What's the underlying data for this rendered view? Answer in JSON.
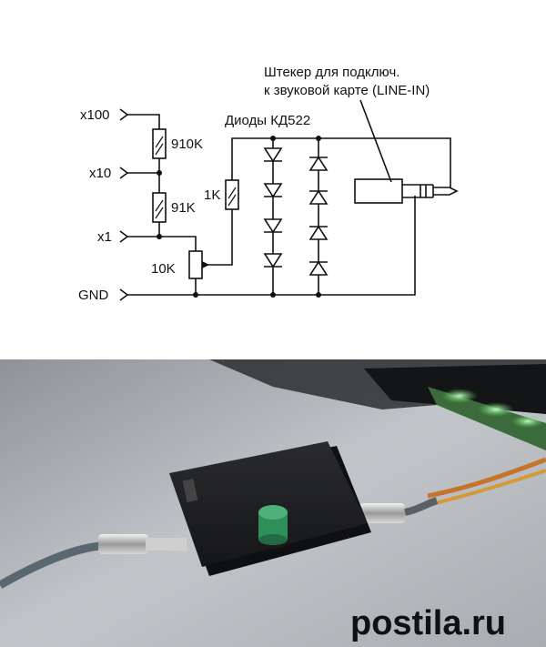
{
  "schematic": {
    "inputs": {
      "x100": "x100",
      "x10": "x10",
      "x1": "x1",
      "gnd": "GND"
    },
    "resistors": {
      "r1": "910K",
      "r2": "91K",
      "r3": "1K"
    },
    "potentiometer": "10K",
    "diodes_label": "Диоды КД522",
    "plug_label_line1": "Штекер для подключ.",
    "plug_label_line2": "к звуковой карте (LINE-IN)"
  },
  "photo": {
    "watermark": "postila.ru",
    "colors": {
      "background": "#b9bcc0",
      "box": "#1c1d1f",
      "knob": "#2f8f5a",
      "watermark": "#e23a45"
    }
  }
}
